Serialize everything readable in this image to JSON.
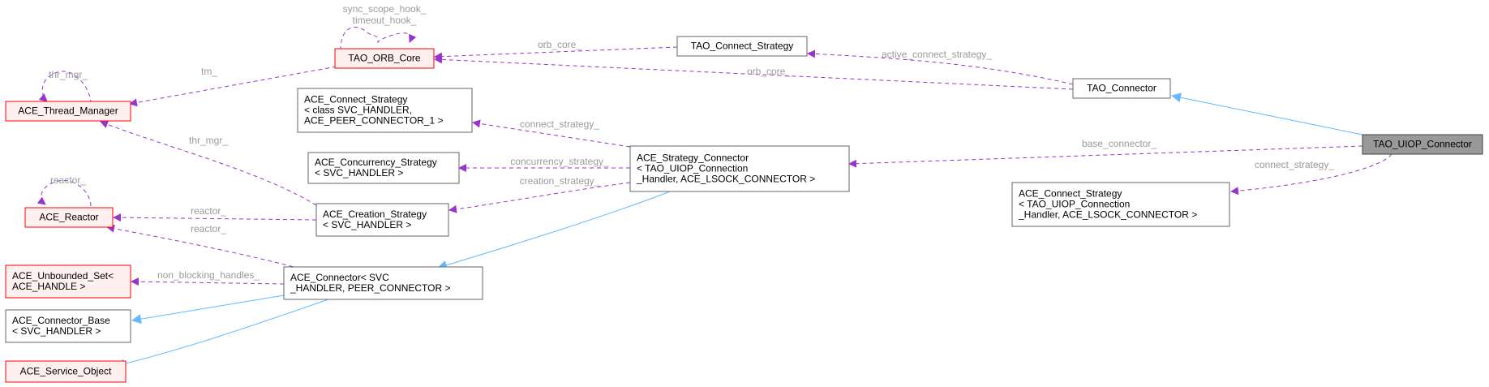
{
  "colors": {
    "node_fill": "#ffffff",
    "node_border": "#666666",
    "incomplete_fill": "#fff0f0",
    "incomplete_border": "#ff0000",
    "root_fill": "#999999",
    "root_border": "#404040",
    "usage_edge": "#9a32cd",
    "inherit_edge": "#63b8ff",
    "edge_label": "#9a9a9a"
  },
  "nodes": {
    "root": {
      "lines": [
        "TAO_UIOP_Connector"
      ]
    },
    "tao_connector": {
      "lines": [
        "TAO_Connector"
      ]
    },
    "tao_connect_strategy": {
      "lines": [
        "TAO_Connect_Strategy"
      ]
    },
    "tao_orb_core": {
      "lines": [
        "TAO_ORB_Core"
      ]
    },
    "ace_thread_manager": {
      "lines": [
        "ACE_Thread_Manager"
      ]
    },
    "ace_connect_strategy_class": {
      "lines": [
        "ACE_Connect_Strategy",
        "< class SVC_HANDLER,",
        " ACE_PEER_CONNECTOR_1 >"
      ]
    },
    "ace_concurrency_strategy": {
      "lines": [
        "ACE_Concurrency_Strategy",
        "< SVC_HANDLER >"
      ]
    },
    "ace_reactor": {
      "lines": [
        "ACE_Reactor"
      ]
    },
    "ace_creation_strategy": {
      "lines": [
        "ACE_Creation_Strategy",
        "< SVC_HANDLER >"
      ]
    },
    "ace_strategy_connector": {
      "lines": [
        "ACE_Strategy_Connector",
        "< TAO_UIOP_Connection",
        "_Handler, ACE_LSOCK_CONNECTOR >"
      ]
    },
    "ace_connect_strategy_uiop": {
      "lines": [
        "ACE_Connect_Strategy",
        "< TAO_UIOP_Connection",
        "_Handler, ACE_LSOCK_CONNECTOR >"
      ]
    },
    "ace_unbounded_set": {
      "lines": [
        "ACE_Unbounded_Set<",
        " ACE_HANDLE >"
      ]
    },
    "ace_connector": {
      "lines": [
        "ACE_Connector< SVC",
        "_HANDLER, PEER_CONNECTOR >"
      ]
    },
    "ace_connector_base": {
      "lines": [
        "ACE_Connector_Base",
        "< SVC_HANDLER >"
      ]
    },
    "ace_service_object": {
      "lines": [
        "ACE_Service_Object"
      ]
    }
  },
  "edge_labels": {
    "sync_scope_hook": "sync_scope_hook_",
    "timeout_hook": "timeout_hook_",
    "orb_core_1": "orb_core_",
    "orb_core_2": "orb_core_",
    "active_connect_strategy": "active_connect_strategy_",
    "tm": "tm_",
    "thr_mgr_self": "thr_mgr_",
    "thr_mgr": "thr_mgr_",
    "connect_strategy_1": "connect_strategy_",
    "concurrency_strategy": "concurrency_strategy_",
    "creation_strategy": "creation_strategy_",
    "reactor_self": "reactor_",
    "reactor_1": "reactor_",
    "reactor_2": "reactor_",
    "base_connector": "base_connector_",
    "connect_strategy_2": "connect_strategy_",
    "non_blocking_handles": "non_blocking_handles_"
  }
}
